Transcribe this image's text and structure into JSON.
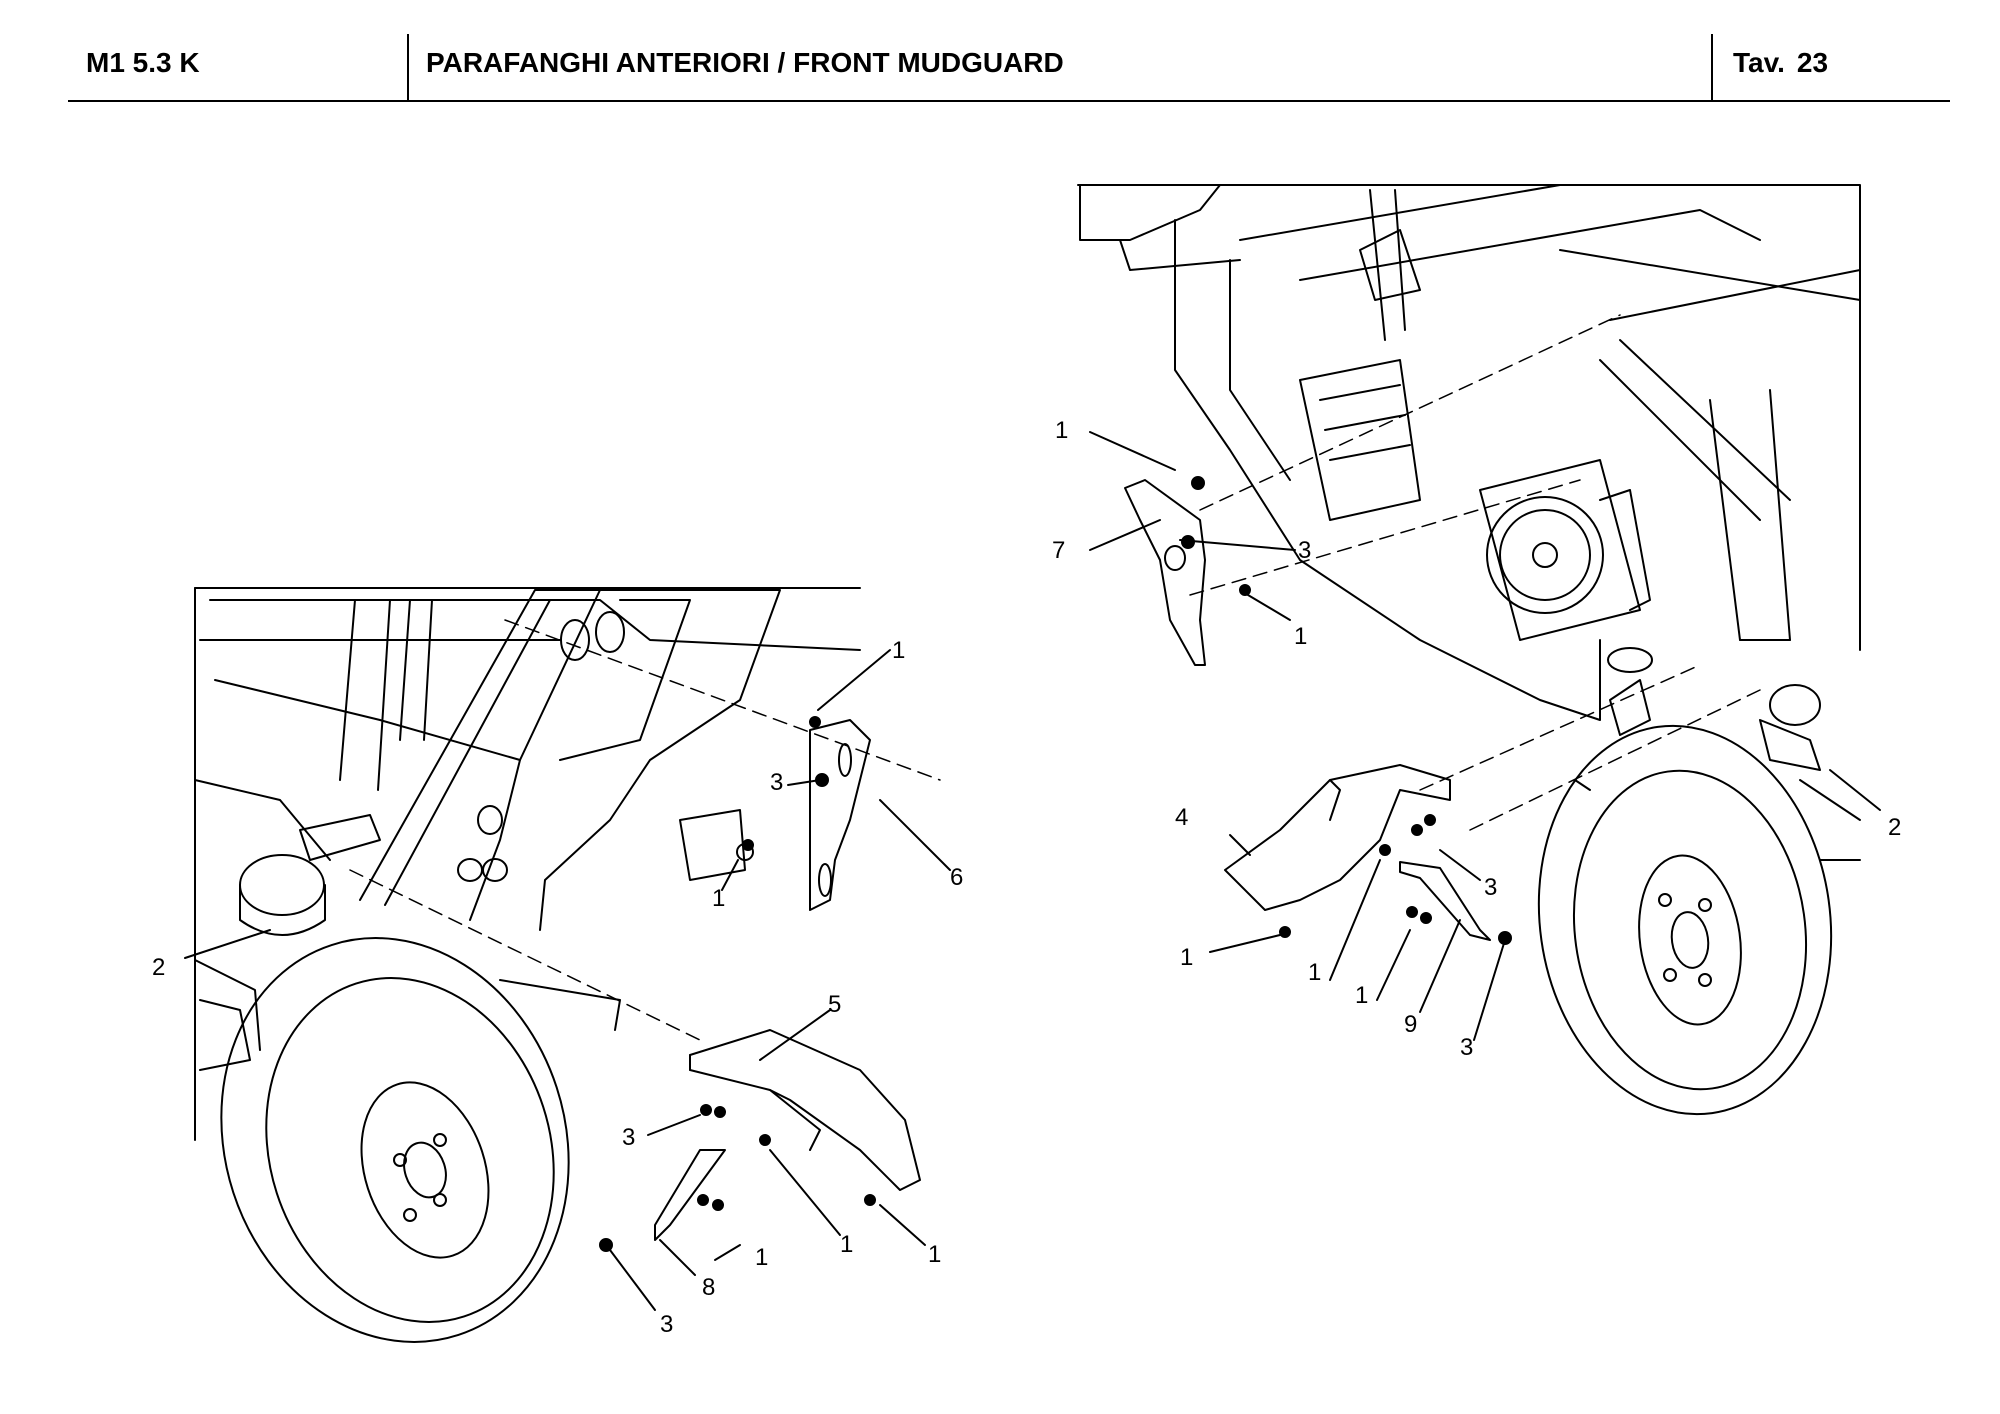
{
  "header": {
    "model": "M1 5.3 K",
    "title": "PARAFANGHI ANTERIORI / FRONT MUDGUARD",
    "table_label": "Tav.",
    "table_number": "23"
  },
  "callouts": {
    "left_view": [
      "1",
      "3",
      "6",
      "1",
      "2",
      "5",
      "3",
      "1",
      "1",
      "1",
      "8",
      "3"
    ],
    "right_view": [
      "1",
      "7",
      "3",
      "1",
      "4",
      "2",
      "3",
      "1",
      "1",
      "1",
      "9",
      "3"
    ]
  }
}
